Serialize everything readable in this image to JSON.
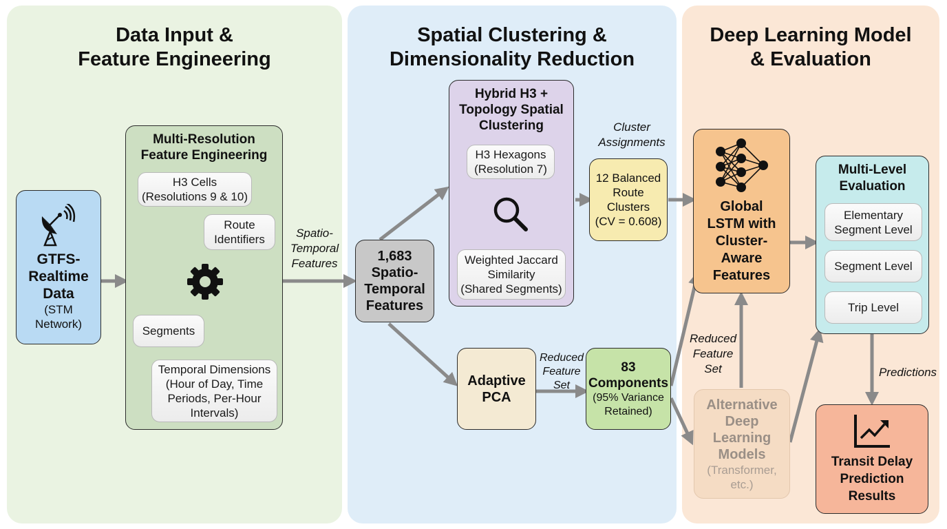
{
  "panels": {
    "input": {
      "title": "Data Input &\nFeature Engineering"
    },
    "clustering": {
      "title": "Spatial Clustering &\nDimensionality Reduction"
    },
    "model": {
      "title": "Deep Learning Model\n& Evaluation"
    }
  },
  "nodes": {
    "gtfs": {
      "title": "GTFS-\nRealtime\nData",
      "subtitle": "(STM\nNetwork)",
      "icon": "satellite-dish-icon"
    },
    "feature_eng": {
      "title": "Multi-Resolution\nFeature Engineering",
      "icon": "gear-icon",
      "items": [
        {
          "label": "H3 Cells\n(Resolutions 9 & 10)"
        },
        {
          "label": "Route\nIdentifiers"
        },
        {
          "label": "Segments"
        },
        {
          "label": "Temporal Dimensions\n(Hour of Day, Time\nPeriods, Per-Hour\nIntervals)"
        }
      ]
    },
    "features": {
      "title": "1,683\nSpatio-\nTemporal\nFeatures"
    },
    "hybrid": {
      "title": "Hybrid H3 +\nTopology Spatial\nClustering",
      "icon": "magnifier-icon",
      "items": [
        {
          "label": "H3 Hexagons\n(Resolution 7)"
        },
        {
          "label": "Weighted Jaccard\nSimilarity\n(Shared Segments)"
        }
      ]
    },
    "clusters": {
      "title": "12 Balanced\nRoute\nClusters\n(CV = 0.608)"
    },
    "pca": {
      "title": "Adaptive\nPCA"
    },
    "components": {
      "title": "83\nComponents",
      "subtitle": "(95% Variance\nRetained)"
    },
    "lstm": {
      "title": "Global\nLSTM with\nCluster-\nAware\nFeatures",
      "icon": "neural-network-icon"
    },
    "alternative": {
      "title": "Alternative\nDeep\nLearning\nModels",
      "subtitle": "(Transformer,\netc.)"
    },
    "evaluation": {
      "title": "Multi-Level\nEvaluation",
      "items": [
        {
          "label": "Elementary\nSegment Level"
        },
        {
          "label": "Segment Level"
        },
        {
          "label": "Trip Level"
        }
      ]
    },
    "results": {
      "title": "Transit Delay\nPrediction\nResults",
      "icon": "trend-chart-icon"
    }
  },
  "edge_labels": {
    "spatio_temporal": "Spatio-\nTemporal\nFeatures",
    "cluster_assignments": "Cluster\nAssignments",
    "reduced_1": "Reduced\nFeature\nSet",
    "reduced_2": "Reduced\nFeature\nSet",
    "predictions": "Predictions"
  },
  "colors": {
    "panel_input": "#eaf3e2",
    "panel_clustering": "#dfedf8",
    "panel_model": "#fbe7d6",
    "gtfs": "#b9daf3",
    "feature_eng": "#cddfc2",
    "features": "#c8c8c8",
    "hybrid": "#ddd3ea",
    "clusters": "#f7ebb0",
    "pca": "#f4ead3",
    "components": "#c6e3a8",
    "lstm": "#f6c48e",
    "alternative": "#f5dcc4",
    "evaluation": "#c6ebec",
    "results": "#f6b69a",
    "arrow": "#8a8a8a"
  }
}
